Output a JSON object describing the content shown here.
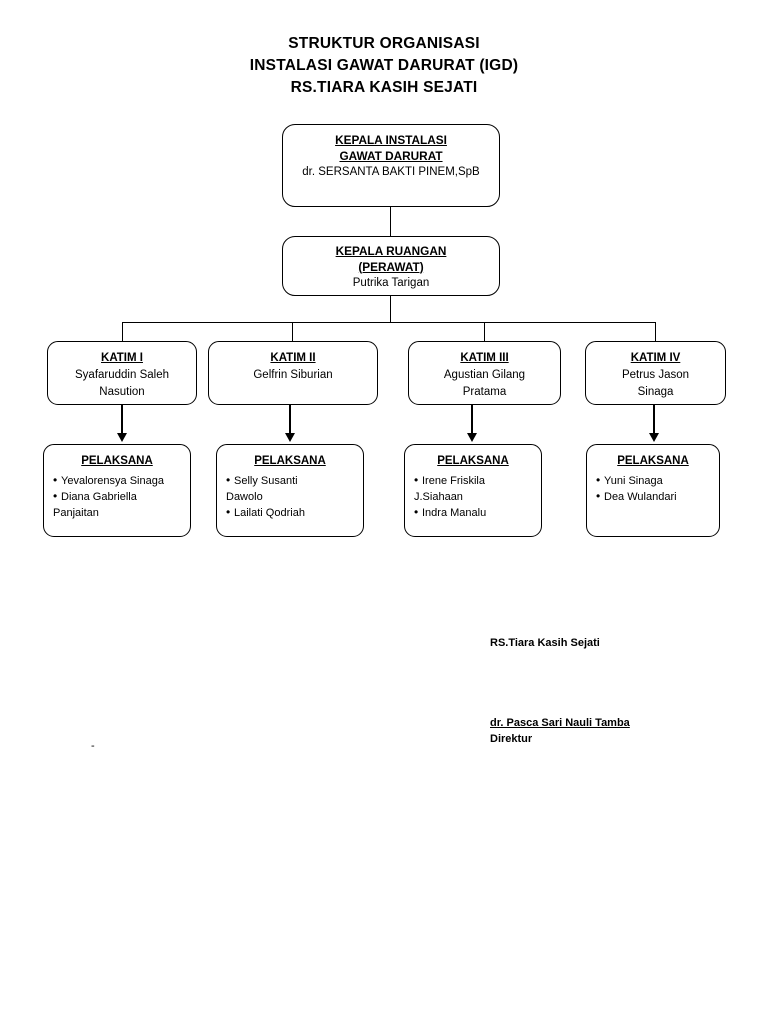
{
  "document": {
    "title_lines": [
      "STRUKTUR ORGANISASI",
      "INSTALASI GAWAT DARURAT (IGD)",
      "RS.TIARA KASIH SEJATI"
    ]
  },
  "chart": {
    "type": "org-chart",
    "root": {
      "header_line1": "KEPALA INSTALASI",
      "header_line2": "GAWAT DARURAT",
      "name": "dr. SERSANTA BAKTI PINEM,SpB"
    },
    "second": {
      "header_line1": "KEPALA RUANGAN",
      "header_line2": "(PERAWAT)",
      "name": "Putrika Tarigan"
    },
    "teams": [
      {
        "header": "KATIM I",
        "name_line1": "Syafaruddin Saleh",
        "name_line2": "Nasution",
        "staff_header": "PELAKSANA",
        "staff": [
          {
            "line1": "Yevalorensya Sinaga",
            "line2": ""
          },
          {
            "line1": "Diana Gabriella",
            "line2": "Panjaitan"
          }
        ]
      },
      {
        "header": "KATIM II",
        "name_line1": "Gelfrin Siburian",
        "name_line2": "",
        "staff_header": "PELAKSANA",
        "staff": [
          {
            "line1": "Selly Susanti",
            "line2": "Dawolo"
          },
          {
            "line1": "Lailati Qodriah",
            "line2": ""
          }
        ]
      },
      {
        "header": "KATIM III",
        "name_line1": "Agustian Gilang",
        "name_line2": "Pratama",
        "staff_header": "PELAKSANA",
        "staff": [
          {
            "line1": "Irene Friskila",
            "line2": "J.Siahaan"
          },
          {
            "line1": "Indra Manalu",
            "line2": ""
          }
        ]
      },
      {
        "header": "KATIM IV",
        "name_line1": "Petrus Jason",
        "name_line2": "Sinaga",
        "staff_header": "PELAKSANA",
        "staff": [
          {
            "line1": "Yuni Sinaga",
            "line2": ""
          },
          {
            "line1": "Dea Wulandari",
            "line2": ""
          }
        ]
      }
    ]
  },
  "footer": {
    "hospital": "RS.Tiara Kasih Sejati",
    "director_name": "dr. Pasca Sari Nauli Tamba",
    "director_title": "Direktur",
    "stray_mark": "-"
  },
  "colors": {
    "ink": "#000000",
    "paper": "#ffffff"
  }
}
